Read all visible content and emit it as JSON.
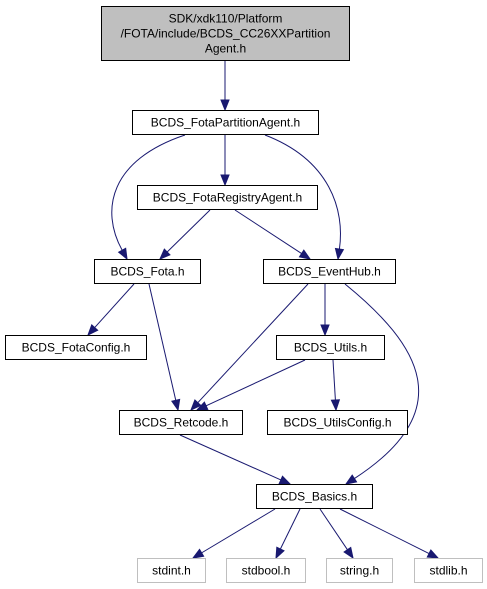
{
  "graph": {
    "colors": {
      "root_fill": "#bfbfbf",
      "node_fill": "#ffffff",
      "node_border": "#000000",
      "system_border": "#bfbfbf",
      "edge": "#191970"
    },
    "nodes": [
      {
        "id": "root",
        "lines": [
          "SDK/xdk110/Platform",
          "/FOTA/include/BCDS_CC26XXPartition",
          "Agent.h"
        ],
        "kind": "root"
      },
      {
        "id": "partition_agent",
        "lines": [
          "BCDS_FotaPartitionAgent.h"
        ],
        "kind": "local"
      },
      {
        "id": "registry_agent",
        "lines": [
          "BCDS_FotaRegistryAgent.h"
        ],
        "kind": "local"
      },
      {
        "id": "fota",
        "lines": [
          "BCDS_Fota.h"
        ],
        "kind": "local"
      },
      {
        "id": "eventhub",
        "lines": [
          "BCDS_EventHub.h"
        ],
        "kind": "local"
      },
      {
        "id": "fotaconfig",
        "lines": [
          "BCDS_FotaConfig.h"
        ],
        "kind": "local"
      },
      {
        "id": "utils",
        "lines": [
          "BCDS_Utils.h"
        ],
        "kind": "local"
      },
      {
        "id": "retcode",
        "lines": [
          "BCDS_Retcode.h"
        ],
        "kind": "local"
      },
      {
        "id": "utilsconfig",
        "lines": [
          "BCDS_UtilsConfig.h"
        ],
        "kind": "local"
      },
      {
        "id": "basics",
        "lines": [
          "BCDS_Basics.h"
        ],
        "kind": "local"
      },
      {
        "id": "stdint",
        "lines": [
          "stdint.h"
        ],
        "kind": "system"
      },
      {
        "id": "stdbool",
        "lines": [
          "stdbool.h"
        ],
        "kind": "system"
      },
      {
        "id": "string",
        "lines": [
          "string.h"
        ],
        "kind": "system"
      },
      {
        "id": "stdlib",
        "lines": [
          "stdlib.h"
        ],
        "kind": "system"
      }
    ],
    "edges": [
      [
        "root",
        "partition_agent"
      ],
      [
        "partition_agent",
        "registry_agent"
      ],
      [
        "partition_agent",
        "fota"
      ],
      [
        "partition_agent",
        "eventhub"
      ],
      [
        "registry_agent",
        "fota"
      ],
      [
        "registry_agent",
        "eventhub"
      ],
      [
        "fota",
        "fotaconfig"
      ],
      [
        "fota",
        "retcode"
      ],
      [
        "eventhub",
        "retcode"
      ],
      [
        "eventhub",
        "utils"
      ],
      [
        "eventhub",
        "basics"
      ],
      [
        "utils",
        "retcode"
      ],
      [
        "utils",
        "utilsconfig"
      ],
      [
        "retcode",
        "basics"
      ],
      [
        "basics",
        "stdint"
      ],
      [
        "basics",
        "stdbool"
      ],
      [
        "basics",
        "string"
      ],
      [
        "basics",
        "stdlib"
      ]
    ]
  }
}
